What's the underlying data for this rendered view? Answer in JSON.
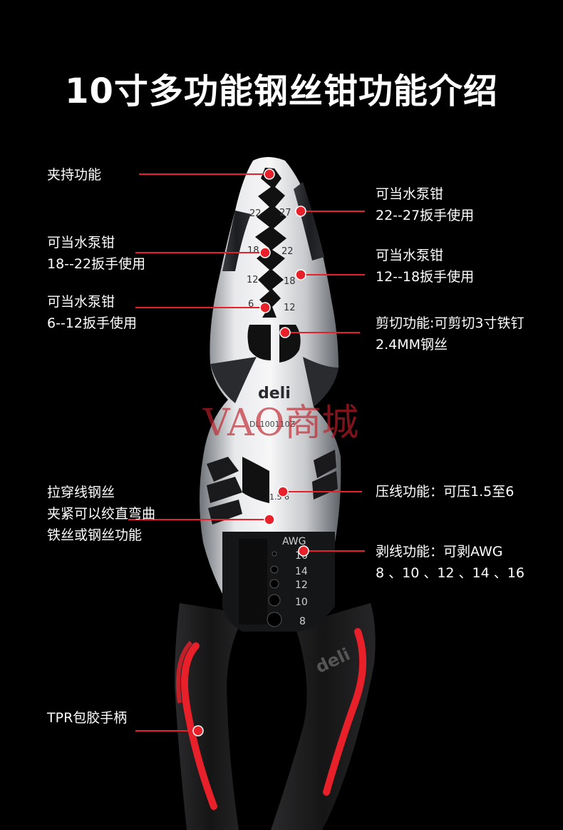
{
  "title": "10寸多功能钢丝钳功能介绍",
  "callouts": {
    "grip": [
      "夹持功能"
    ],
    "pump_22_27": [
      "可当水泵钳",
      "22--27扳手使用"
    ],
    "pump_18_22": [
      "可当水泵钳",
      "18--22扳手使用"
    ],
    "pump_12_18": [
      "可当水泵钳",
      "12--18扳手使用"
    ],
    "pump_6_12": [
      "可当水泵钳",
      "6--12扳手使用"
    ],
    "cut": [
      "剪切功能:可剪切3寸铁钉",
      "2.4MM钢丝"
    ],
    "wire_pull": [
      "拉穿线钢丝",
      "夹紧可以绞直弯曲",
      "铁丝或钢丝功能"
    ],
    "crimp": [
      "压线功能：可压1.5至6"
    ],
    "strip": [
      "剥线功能：可剥AWG",
      "8 、10 、12 、14 、16"
    ],
    "handle": [
      "TPR包胶手柄"
    ]
  },
  "tool": {
    "brand": "deli",
    "model": "DL100110Z",
    "jaw_marks_left": [
      "22",
      "18",
      "12",
      "6"
    ],
    "jaw_marks_right": [
      "27",
      "22",
      "18",
      "12"
    ],
    "crimp_mark": "1.5  6",
    "awg_label": "AWG",
    "awg_sizes": [
      "16",
      "14",
      "12",
      "10",
      "8"
    ]
  },
  "watermark": "VAO商城",
  "colors": {
    "background": "#000000",
    "accent": "#e8202a",
    "steel": "#d9dadc",
    "handle": "#1a1a1a"
  }
}
